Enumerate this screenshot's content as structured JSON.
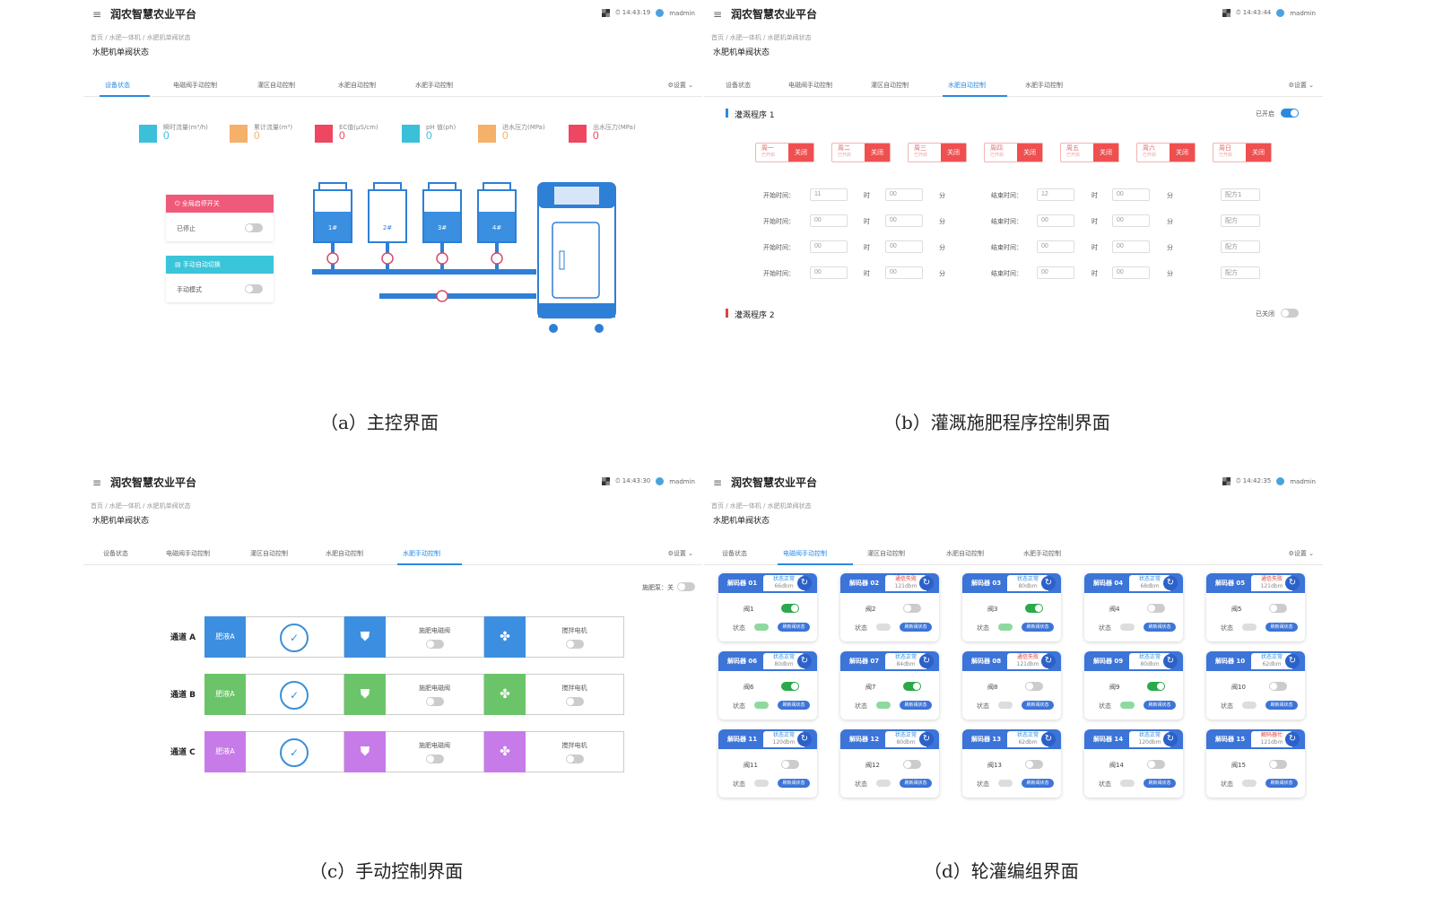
{
  "app_title": "润农智慧农业平台",
  "breadcrumb": "首页 / 水肥一体机 / 水肥机单阀状态",
  "page_title": "水肥机单阀状态",
  "user": "madmin",
  "menu_icon": "≡",
  "tabs": [
    "设备状态",
    "电磁阀手动控制",
    "灌区自动控制",
    "水肥自动控制",
    "水肥手动控制"
  ],
  "settings_label": "⚙设置 ⌄",
  "panel_a": {
    "time": "⏱ 14:43:19",
    "caption": "（a）主控界面",
    "sensors": [
      {
        "label": "瞬时流量(m³/h)",
        "value": "0",
        "color": "#3ac0d8"
      },
      {
        "label": "累计流量(m³)",
        "value": "0",
        "color": "#f5b06a"
      },
      {
        "label": "EC值(μS/cm)",
        "value": "0",
        "color": "#ef4662"
      },
      {
        "label": "pH 值(ph)",
        "value": "0",
        "color": "#3ac0d8"
      },
      {
        "label": "进水压力(MPa)",
        "value": "0",
        "color": "#f5b06a"
      },
      {
        "label": "出水压力(MPa)",
        "value": "0",
        "color": "#ef4662"
      }
    ],
    "emergency_title": "⏻ 全局启停开关",
    "emergency_state": "已停止",
    "mode_title": "▤ 手动自动切换",
    "mode_state": "手动模式",
    "tanks": [
      "1#",
      "2#",
      "3#",
      "4#"
    ]
  },
  "panel_b": {
    "time": "⏱ 14:43:44",
    "caption": "（b）灌溉施肥程序控制界面",
    "program1_title": "灌溉程序 1",
    "program1_state": "已开启",
    "program2_title": "灌溉程序 2",
    "program2_state": "已关闭",
    "days": [
      "周一",
      "周二",
      "周三",
      "周四",
      "周五",
      "周六",
      "周日"
    ],
    "day_sub": "已开启",
    "day_off": "关闭",
    "start_label": "开始时间：",
    "end_label": "结束时间：",
    "hour_unit": "时",
    "min_unit": "分",
    "rows": [
      {
        "sh": "11",
        "sm": "00",
        "eh": "12",
        "em": "00",
        "recipe": "配方1"
      },
      {
        "sh": "00",
        "sm": "00",
        "eh": "00",
        "em": "00",
        "recipe": "配方"
      },
      {
        "sh": "00",
        "sm": "00",
        "eh": "00",
        "em": "00",
        "recipe": "配方"
      },
      {
        "sh": "00",
        "sm": "00",
        "eh": "00",
        "em": "00",
        "recipe": "配方"
      }
    ]
  },
  "panel_c": {
    "time": "⏱ 14:43:30",
    "caption": "（c）手动控制界面",
    "pump_label": "施肥泵：关",
    "channels": [
      {
        "name": "通道 A",
        "fert": "肥液A",
        "color": "#3c8fe0",
        "valve_label": "施肥电磁阀",
        "motor_label": "搅拌电机"
      },
      {
        "name": "通道 B",
        "fert": "肥液A",
        "color": "#6cc46a",
        "valve_label": "施肥电磁阀",
        "motor_label": "搅拌电机"
      },
      {
        "name": "通道 C",
        "fert": "肥液A",
        "color": "#c77be8",
        "valve_label": "施肥电磁阀",
        "motor_label": "搅拌电机"
      }
    ]
  },
  "panel_d": {
    "time": "⏱ 14:42:35",
    "caption": "（d）轮灌编组界面",
    "state_label": "状态",
    "refresh_label": "刷新阀状态",
    "decoders": [
      {
        "name": "解码器 01",
        "status": "状态正常",
        "bad": false,
        "db": "66dbm",
        "valve": "阀1",
        "on": true
      },
      {
        "name": "解码器 02",
        "status": "通信失败",
        "bad": true,
        "db": "121dbm",
        "valve": "阀2",
        "on": false
      },
      {
        "name": "解码器 03",
        "status": "状态正常",
        "bad": false,
        "db": "80dbm",
        "valve": "阀3",
        "on": true
      },
      {
        "name": "解码器 04",
        "status": "状态正常",
        "bad": false,
        "db": "68dbm",
        "valve": "阀4",
        "on": false
      },
      {
        "name": "解码器 05",
        "status": "通信失败",
        "bad": true,
        "db": "121dbm",
        "valve": "阀5",
        "on": false
      },
      {
        "name": "解码器 06",
        "status": "状态正常",
        "bad": false,
        "db": "80dbm",
        "valve": "阀6",
        "on": true
      },
      {
        "name": "解码器 07",
        "status": "状态正常",
        "bad": false,
        "db": "84dbm",
        "valve": "阀7",
        "on": true
      },
      {
        "name": "解码器 08",
        "status": "通信失败",
        "bad": true,
        "db": "121dbm",
        "valve": "阀8",
        "on": false
      },
      {
        "name": "解码器 09",
        "status": "状态正常",
        "bad": false,
        "db": "80dbm",
        "valve": "阀9",
        "on": true
      },
      {
        "name": "解码器 10",
        "status": "状态正常",
        "bad": false,
        "db": "62dbm",
        "valve": "阀10",
        "on": false
      },
      {
        "name": "解码器 11",
        "status": "状态正常",
        "bad": false,
        "db": "120dbm",
        "valve": "阀11",
        "on": false
      },
      {
        "name": "解码器 12",
        "status": "状态正常",
        "bad": false,
        "db": "80dbm",
        "valve": "阀12",
        "on": false
      },
      {
        "name": "解码器 13",
        "status": "状态正常",
        "bad": false,
        "db": "62dbm",
        "valve": "阀13",
        "on": false
      },
      {
        "name": "解码器 14",
        "status": "状态正常",
        "bad": false,
        "db": "120dbm",
        "valve": "阀14",
        "on": false
      },
      {
        "name": "解码器 15",
        "status": "解码器忙",
        "bad": true,
        "db": "121dbm",
        "valve": "阀15",
        "on": false
      }
    ]
  }
}
